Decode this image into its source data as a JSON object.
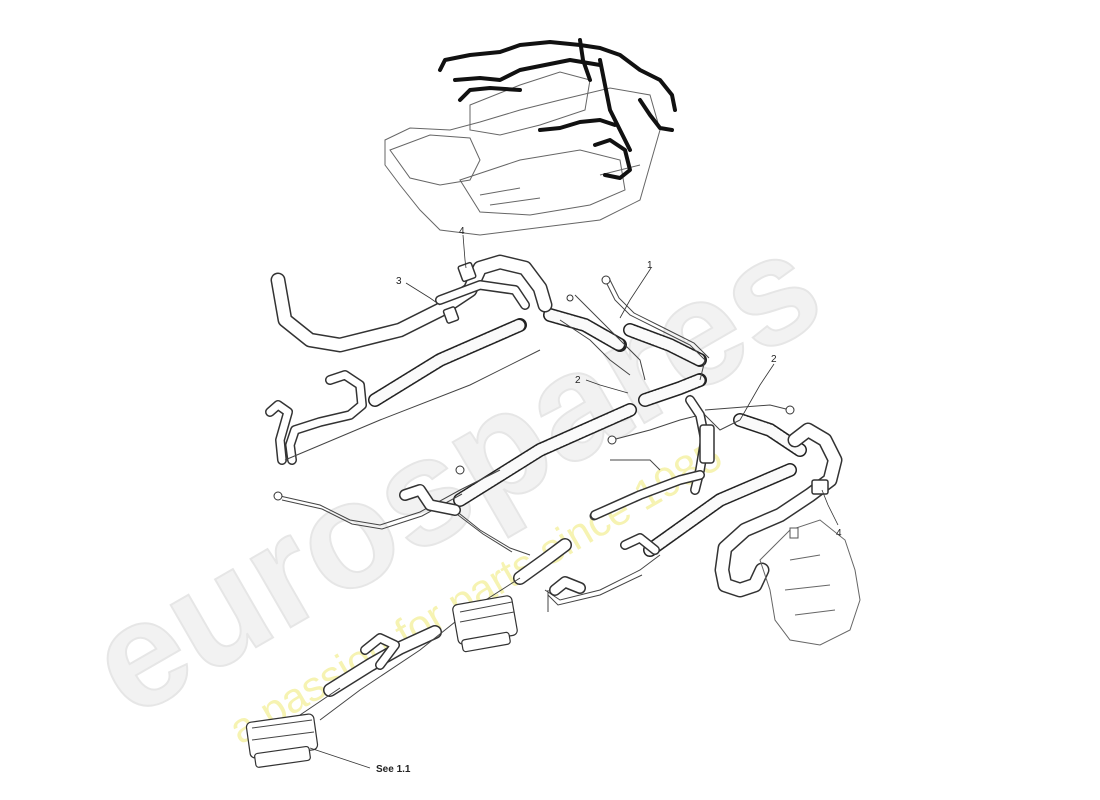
{
  "watermark": {
    "brand": "eurospares",
    "tagline": "a passion for parts since 1985"
  },
  "callouts": [
    {
      "label": "1"
    },
    {
      "label": "2"
    },
    {
      "label": "2"
    },
    {
      "label": "3"
    },
    {
      "label": "4"
    },
    {
      "label": "4"
    }
  ],
  "reference": {
    "label": "See 1.1"
  }
}
